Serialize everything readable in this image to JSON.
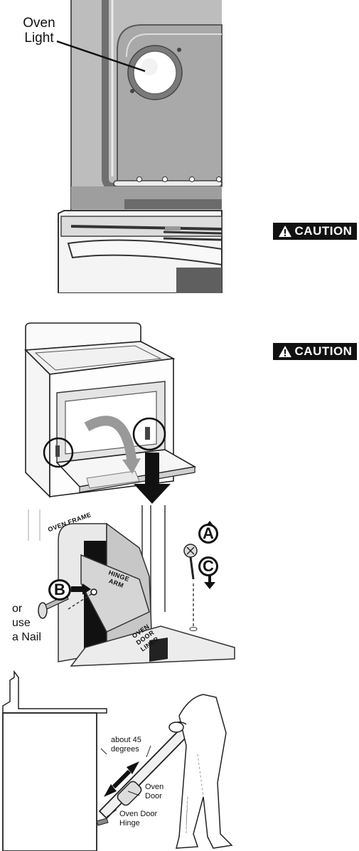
{
  "figure1": {
    "oven_light_label_line1": "Oven",
    "oven_light_label_line2": "Light"
  },
  "cautions": [
    {
      "label": "CAUTION",
      "icon": "warning-icon"
    },
    {
      "label": "CAUTION",
      "icon": "warning-icon"
    }
  ],
  "figure2": {
    "label_A": "A",
    "label_B": "B",
    "label_C": "C",
    "oven_frame": "OVEN FRAME",
    "hinge_arm_line1": "HINGE",
    "hinge_arm_line2": "ARM",
    "oven_door_liner_line1": "OVEN",
    "oven_door_liner_line2": "DOOR",
    "oven_door_liner_line3": "LINER",
    "or_line1": "or",
    "or_line2": "use",
    "or_line3": "a Nail"
  },
  "figure3": {
    "angle_line1": "about 45",
    "angle_line2": "degrees",
    "door_line1": "Oven",
    "door_line2": "Door",
    "hinge_line1": "Oven Door",
    "hinge_line2": "Hinge"
  }
}
